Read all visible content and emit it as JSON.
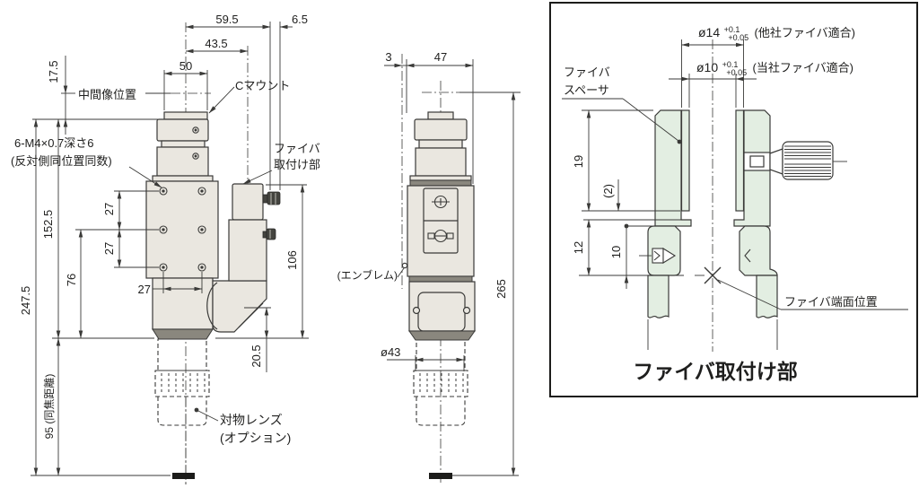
{
  "colors": {
    "line": "#3a3a38",
    "body_fill": "#eae7e0",
    "dark_band": "#8a877e",
    "detail_green": "#e3eee2",
    "screw_dark": "#44443f",
    "text": "#1f1f1e",
    "background": "#ffffff"
  },
  "front_view": {
    "dims": {
      "d59_5": "59.5",
      "d6_5": "6.5",
      "d43_5": "43.5",
      "d50": "50",
      "d17_5": "17.5",
      "d152_5": "152.5",
      "d27": "27",
      "d76": "76",
      "d247_5": "247.5",
      "d106": "106",
      "d20_5": "20.5",
      "d95": "95 (同焦距離)"
    },
    "labels": {
      "intermediate_image": "中間像位置",
      "c_mount": "Cマウント",
      "screw_note_1": "6-M4×0.7深さ6",
      "screw_note_2": "(反対側同位置同数)",
      "fiber_mount_1": "ファイバ",
      "fiber_mount_2": "取付け部",
      "objective_1": "対物レンズ",
      "objective_2": "(オプション)"
    }
  },
  "side_view": {
    "dims": {
      "d3": "3",
      "d47": "47",
      "d265": "265",
      "d43dia": "ø43"
    },
    "labels": {
      "emblem": "(エンブレム)"
    }
  },
  "detail_view": {
    "dims": {
      "dia14": "ø14",
      "dia14_tol_up": "+0.1",
      "dia14_tol_dn": "+0.05",
      "dia14_note": "(他社ファイバ適合)",
      "dia10": "ø10",
      "dia10_tol_up": "+0.1",
      "dia10_tol_dn": "+0.05",
      "dia10_note": "(当社ファイバ適合)",
      "d19": "19",
      "d2": "(2)",
      "d12": "12",
      "d10": "10"
    },
    "labels": {
      "spacer_1": "ファイバ",
      "spacer_2": "スペーサ",
      "fiber_end": "ファイバ端面位置",
      "title": "ファイバ取付け部"
    }
  }
}
